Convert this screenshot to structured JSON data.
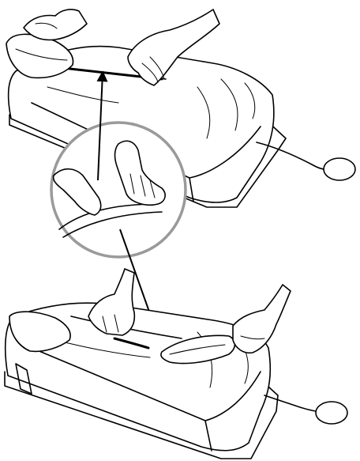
{
  "figure": {
    "panels": [
      "top-step-open-cover",
      "bottom-step-insert-bladder"
    ],
    "detail_callout": "magnified-hand-detail",
    "colors": {
      "line": "#000000",
      "background": "#ffffff",
      "callout_ring": "#9a9a9a"
    }
  }
}
